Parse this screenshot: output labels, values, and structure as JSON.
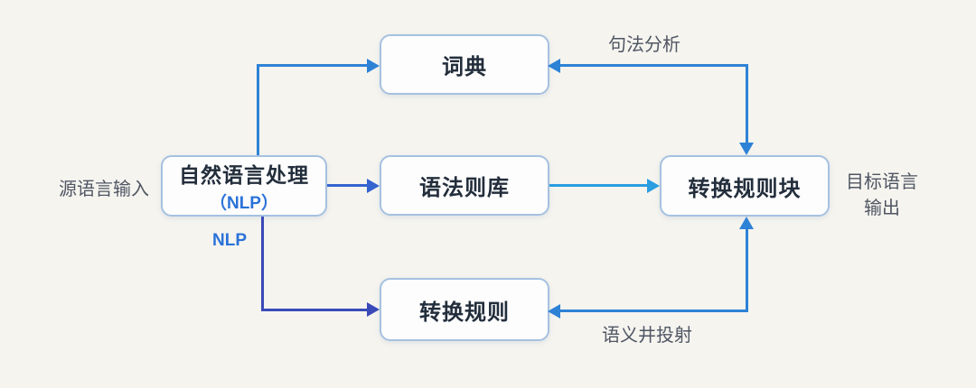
{
  "diagram": {
    "nodes": {
      "nlp": {
        "title": "自然语言处理",
        "subtitle": "（NLP）"
      },
      "dictionary": {
        "label": "词典"
      },
      "grammar": {
        "label": "语法则库"
      },
      "transform_rules": {
        "label": "转换规则"
      },
      "transform_block": {
        "label": "转换规则块"
      }
    },
    "labels": {
      "source_input": "源语言输入",
      "target_output_line1": "目标语言",
      "target_output_line2": "输出",
      "syntax_analysis": "句法分析",
      "semantic_projection": "语义井投射",
      "nlp_edge": "NLP"
    },
    "colors": {
      "background": "#f5f4ef",
      "box_border": "#a6c1e0",
      "box_fill": "#fdfdfd",
      "text_dark": "#232e3c",
      "text_gray": "#4f5663",
      "arrow_blue": "#2e82d6",
      "arrow_royal": "#3563cf",
      "arrow_cyan": "#2b9de0",
      "arrow_indigo": "#3a49b8",
      "nlp_blue": "#2a72d8"
    }
  }
}
